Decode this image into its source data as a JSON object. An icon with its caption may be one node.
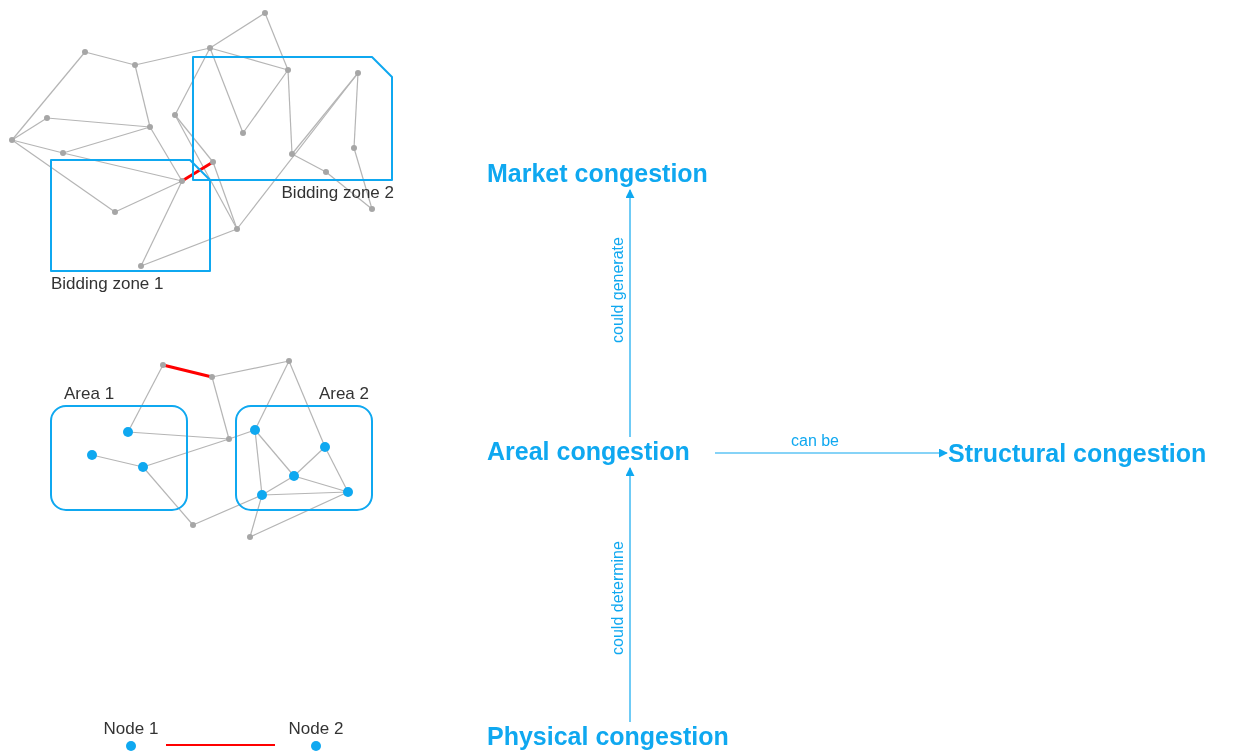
{
  "diagram": {
    "nodes": [
      {
        "text": [
          "Market congestion"
        ]
      },
      {
        "text": [
          "Areal congestion"
        ]
      },
      {
        "text": [
          "Structural congestion"
        ]
      },
      {
        "text": [
          "Physical congestion"
        ]
      },
      {
        "text": [
          "Bidding zone 1"
        ]
      },
      {
        "text": [
          "Bidding zone 2"
        ]
      },
      {
        "text": [
          "Area 1"
        ]
      },
      {
        "text": [
          "Area 2"
        ]
      },
      {
        "text": [
          "Node 1"
        ]
      },
      {
        "text": [
          "Node 2"
        ]
      }
    ],
    "edges": [
      {
        "from": 1,
        "to": 0,
        "arrow": "to",
        "label": "could generate"
      },
      {
        "from": 1,
        "to": 2,
        "arrow": "to",
        "label": "can be"
      },
      {
        "from": 3,
        "to": 1,
        "arrow": "to",
        "label": "could determine"
      },
      {
        "from": 8,
        "to": 9,
        "arrow": "none",
        "color": "#ff0000"
      }
    ]
  }
}
